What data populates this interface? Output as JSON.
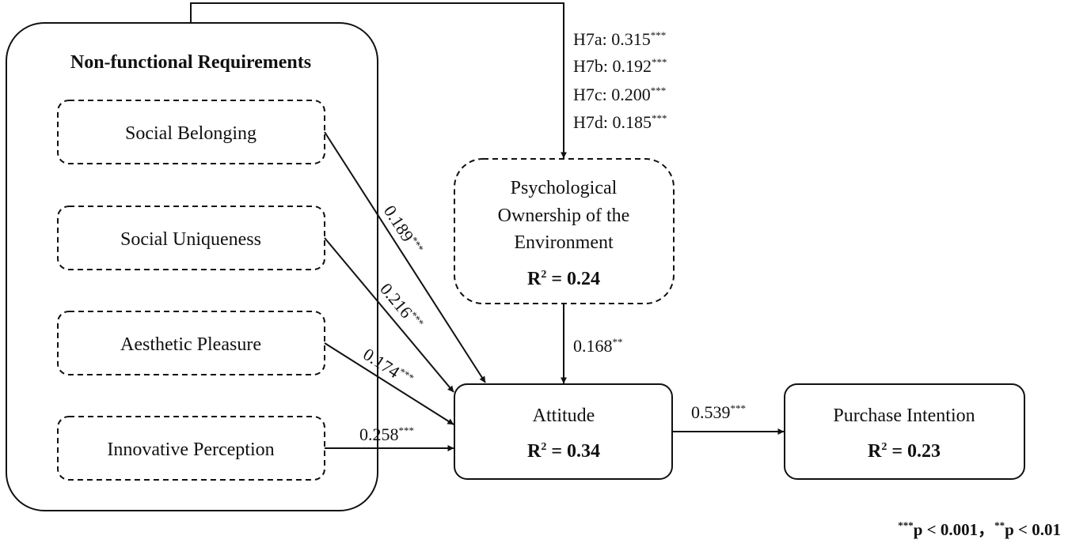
{
  "diagram": {
    "group_title": "Non-functional Requirements",
    "predictors": [
      {
        "id": "sb",
        "label": "Social Belonging"
      },
      {
        "id": "su",
        "label": "Social Uniqueness"
      },
      {
        "id": "ap",
        "label": "Aesthetic Pleasure"
      },
      {
        "id": "ip",
        "label": "Innovative Perception"
      }
    ],
    "mediator": {
      "lines": [
        "Psychological",
        "Ownership of the",
        "Environment"
      ],
      "r2_prefix": "R",
      "r2_sup": "2",
      "r2_value": " = 0.24"
    },
    "attitude": {
      "label": "Attitude",
      "r2_prefix": "R",
      "r2_sup": "2",
      "r2_value": " = 0.34"
    },
    "purchase": {
      "label": "Purchase Intention",
      "r2_prefix": "R",
      "r2_sup": "2",
      "r2_value": " = 0.23"
    },
    "paths": [
      {
        "id": "sb",
        "value": "0.189",
        "sig": "***"
      },
      {
        "id": "su",
        "value": "0.216",
        "sig": "***"
      },
      {
        "id": "ap",
        "value": "0.174",
        "sig": "***"
      },
      {
        "id": "ip",
        "value": "0.258",
        "sig": "***"
      },
      {
        "id": "po",
        "value": "0.168",
        "sig": "**"
      },
      {
        "id": "att",
        "value": "0.539",
        "sig": "***"
      }
    ],
    "h7": [
      {
        "label": "H7a: ",
        "value": "0.315",
        "sig": "***"
      },
      {
        "label": "H7b: ",
        "value": "0.192",
        "sig": "***"
      },
      {
        "label": "H7c: ",
        "value": "0.200",
        "sig": "***"
      },
      {
        "label": "H7d: ",
        "value": "0.185",
        "sig": "***"
      }
    ],
    "note": {
      "sig1": "***",
      "text1": "p < 0.001，",
      "sig2": "**",
      "text2": "p < 0.01"
    }
  }
}
